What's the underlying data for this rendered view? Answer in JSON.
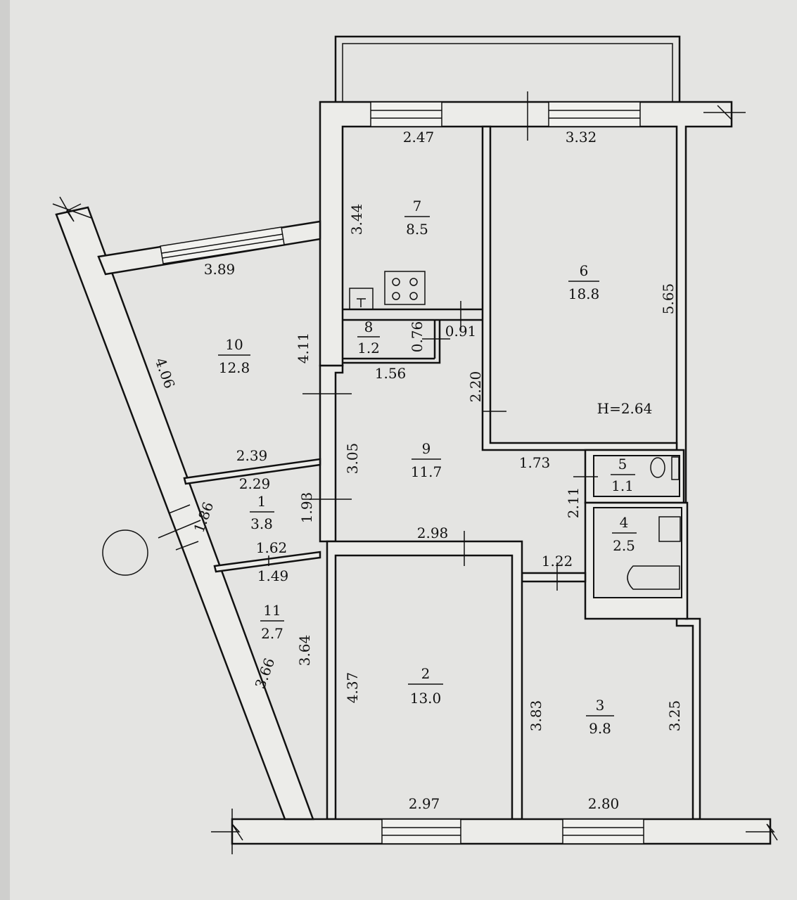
{
  "rooms": [
    {
      "number": "1",
      "area": "3.8"
    },
    {
      "number": "2",
      "area": "13.0"
    },
    {
      "number": "3",
      "area": "9.8"
    },
    {
      "number": "4",
      "area": "2.5"
    },
    {
      "number": "5",
      "area": "1.1"
    },
    {
      "number": "6",
      "area": "18.8"
    },
    {
      "number": "7",
      "area": "8.5"
    },
    {
      "number": "8",
      "area": "1.2"
    },
    {
      "number": "9",
      "area": "11.7"
    },
    {
      "number": "10",
      "area": "12.8"
    },
    {
      "number": "11",
      "area": "2.7"
    }
  ],
  "dimensions": [
    "2.47",
    "3.32",
    "3.44",
    "5.65",
    "3.89",
    "4.06",
    "4.11",
    "0.76",
    "0.91",
    "1.56",
    "2.20",
    "H=2.64",
    "1.73",
    "2.39",
    "2.29",
    "1.86",
    "1.93",
    "3.05",
    "2.11",
    "2.98",
    "1.62",
    "1.49",
    "1.22",
    "3.64",
    "3.66",
    "4.37",
    "3.83",
    "3.25",
    "2.97",
    "2.80"
  ]
}
